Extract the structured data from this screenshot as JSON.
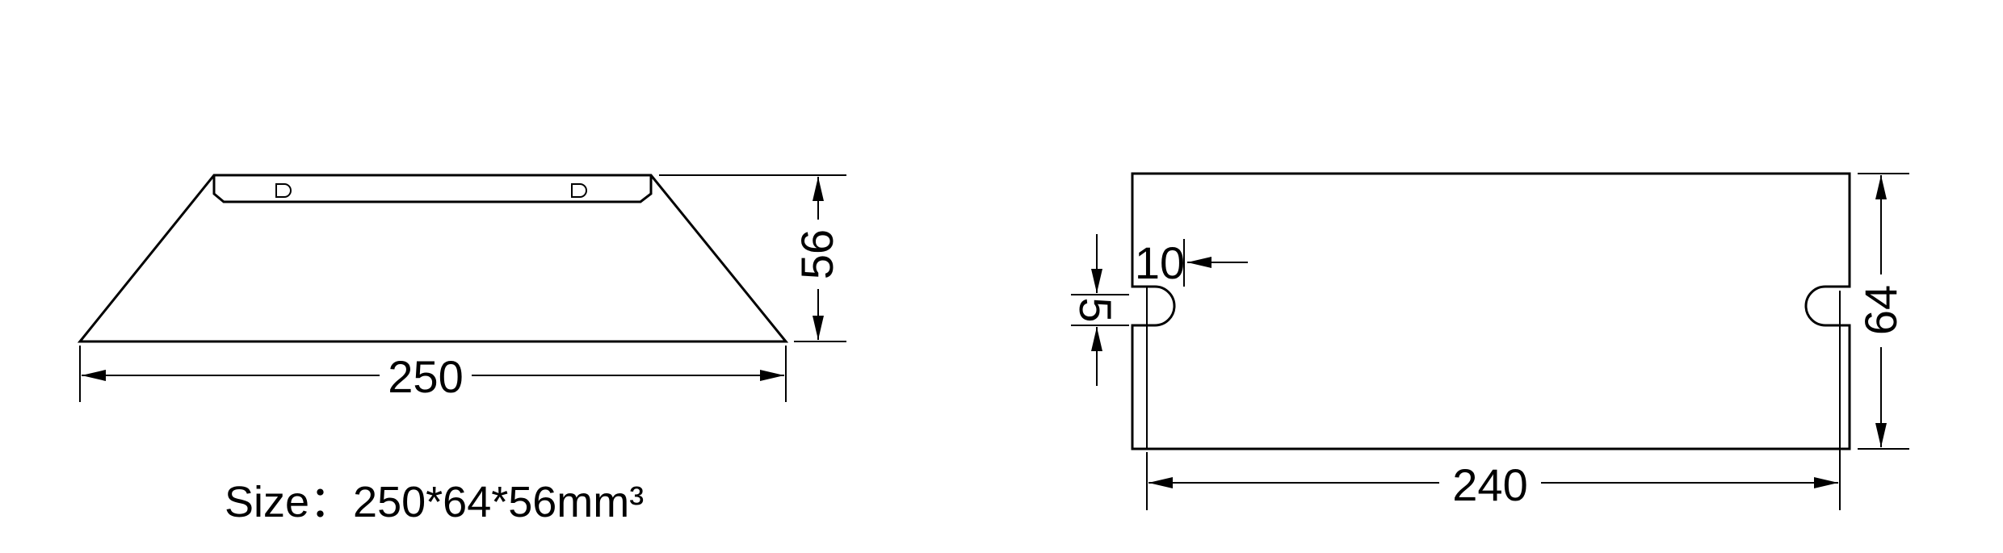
{
  "dimensions": {
    "side_width": "250",
    "side_height": "56",
    "top_width": "240",
    "top_height": "64",
    "slot_inset": "10",
    "slot_width": "5"
  },
  "caption": {
    "label": "Size",
    "separator": "：",
    "value": "250*64*56mm³"
  },
  "colors": {
    "stroke": "#000000",
    "background": "#ffffff"
  }
}
